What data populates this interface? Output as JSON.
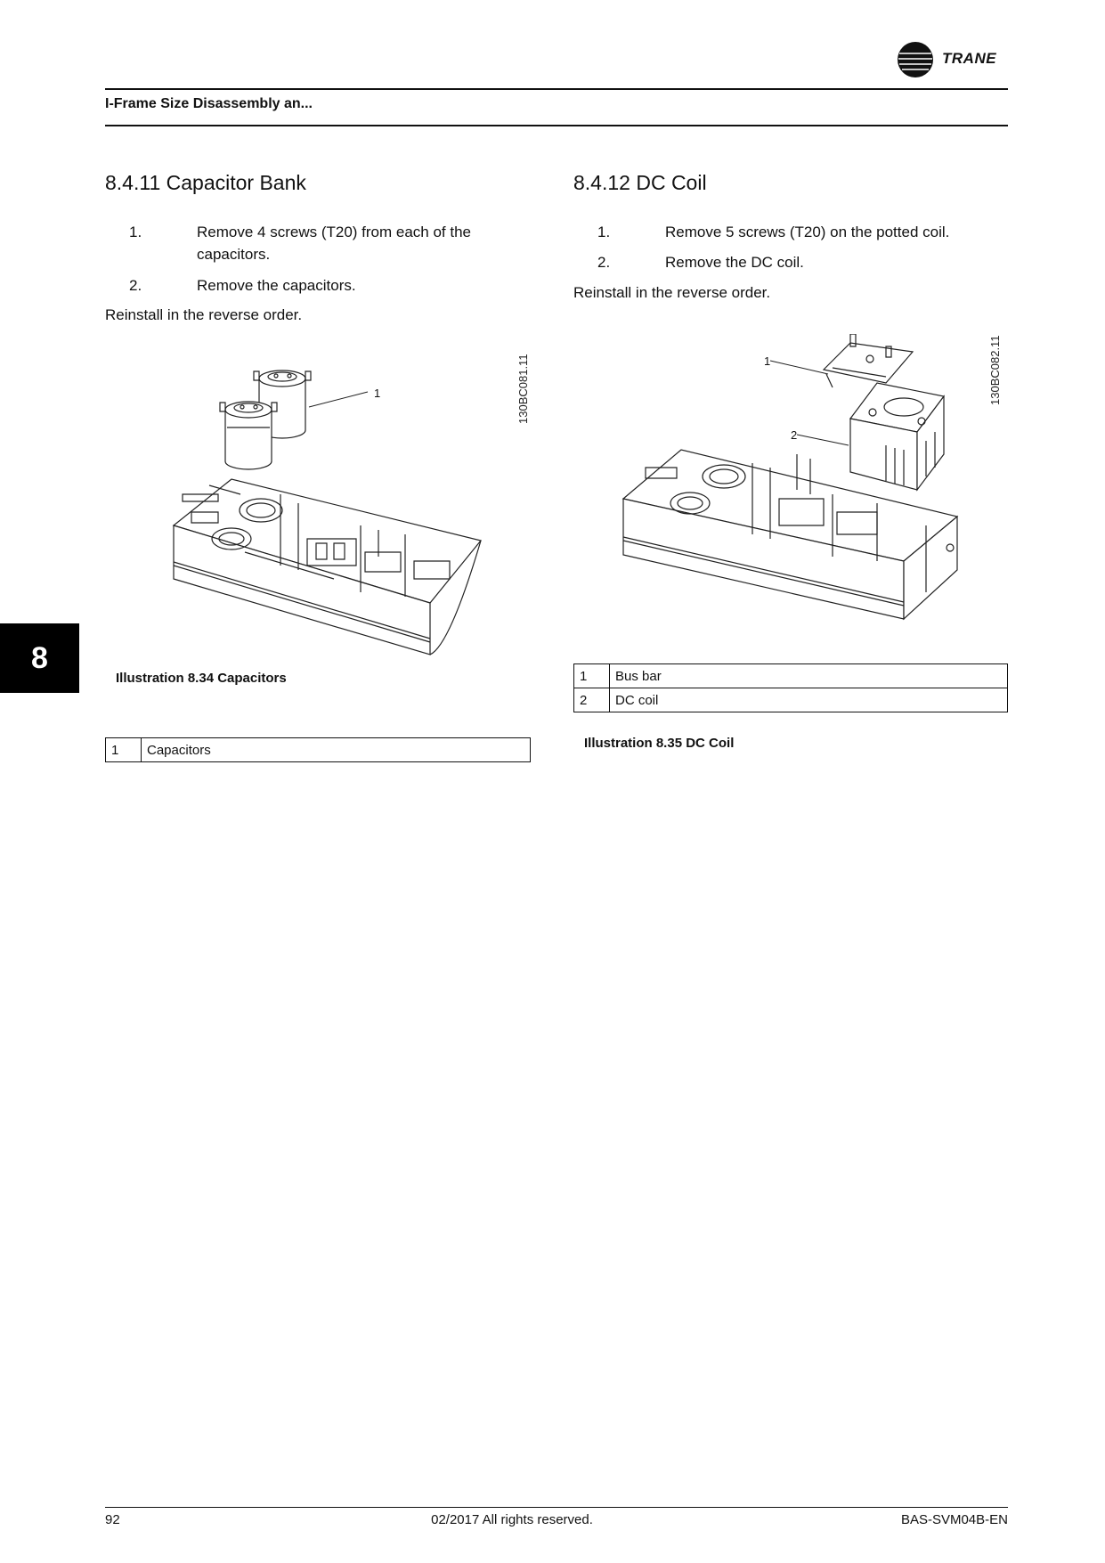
{
  "header": {
    "brand_name": "TRANE",
    "running_title": "I-Frame Size Disassembly an..."
  },
  "sections": [
    {
      "title": "8.4.11  Capacitor Bank",
      "steps": [
        {
          "num": "1.",
          "lines": [
            "Remove 4 screws (T20) from each of the",
            "capacitors."
          ]
        },
        {
          "num": "2.",
          "lines": [
            "Remove the capacitors."
          ]
        }
      ],
      "note": "Reinstall in the reverse order.",
      "figure": {
        "id": "130BC081.11",
        "callouts": [
          "1"
        ],
        "caption": "Illustration 8.34 Capacitors",
        "legend": [
          {
            "num": "1",
            "label": "Capacitors"
          }
        ]
      }
    },
    {
      "title": "8.4.12  DC Coil",
      "steps": [
        {
          "num": "1.",
          "lines": [
            "Remove 5 screws (T20) on the potted coil."
          ]
        },
        {
          "num": "2.",
          "lines": [
            "Remove the DC coil."
          ]
        }
      ],
      "note": "Reinstall in the reverse order.",
      "figure": {
        "id": "130BC082.11",
        "callouts": [
          "1",
          "2"
        ],
        "caption": "Illustration 8.35 DC Coil",
        "legend": [
          {
            "num": "1",
            "label": "Bus bar"
          },
          {
            "num": "2",
            "label": "DC coil"
          }
        ]
      }
    }
  ],
  "chapter_tab": "8",
  "footer": {
    "page_number": "92",
    "copyright": "02/2017 All rights reserved.",
    "doc_id": "BAS-SVM04B-EN"
  }
}
